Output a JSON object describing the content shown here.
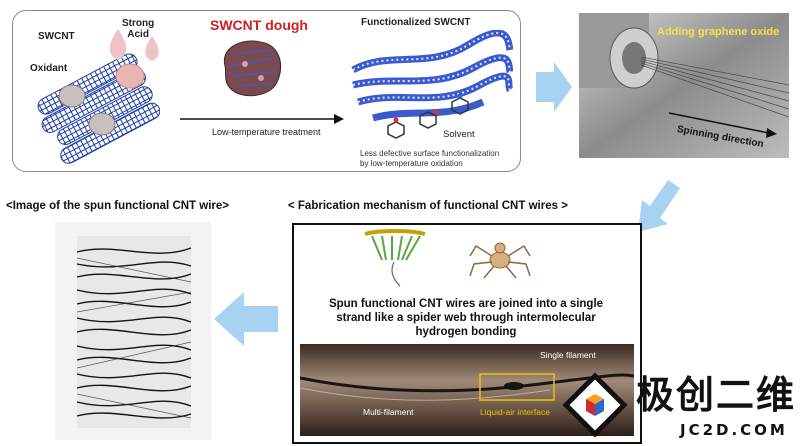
{
  "top_panel": {
    "swcnt_label": "SWCNT",
    "oxidant_label": "Oxidant",
    "acid_label_line1": "Strong",
    "acid_label_line2": "Acid",
    "dough_label": "SWCNT dough",
    "process_label": "Low-temperature treatment",
    "functionalized_label": "Functionalized SWCNT",
    "solvent_label": "Solvent",
    "note_line1": "Less defective surface functionalization",
    "note_line2": "by low-temperature oxidation"
  },
  "photo_spinning": {
    "graphene_label": "Adding graphene oxide",
    "direction_label": "Spinning direction"
  },
  "section_titles": {
    "image_title": "<Image of the spun functional CNT wire>",
    "mechanism_title": "< Fabrication mechanism of functional CNT wires >"
  },
  "mechanism": {
    "text_line1": "Spun functional CNT wires are joined into a single",
    "text_line2": "strand like a spider web through intermolecular",
    "text_line3": "hydrogen bonding",
    "single_filament_label": "Single filament",
    "multi_filament_label": "Multi-filament",
    "interface_label": "Liquid-air interface"
  },
  "watermark": {
    "chinese_text": "极创二维",
    "domain_text": "JC2D.COM"
  },
  "colors": {
    "dough_red": "#cc2222",
    "arrow_blue": "#9fcdf0",
    "tube_blue": "#2a4fb0",
    "interface_yellow": "#e8c400"
  }
}
